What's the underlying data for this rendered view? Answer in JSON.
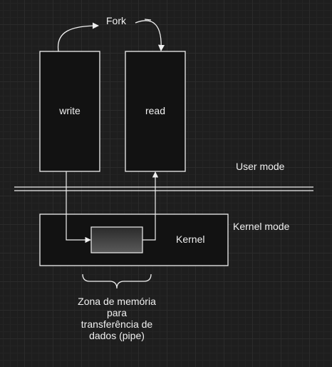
{
  "labels": {
    "fork": "Fork",
    "write": "write",
    "read": "read",
    "user_mode": "User mode",
    "kernel_mode": "Kernel mode",
    "kernel": "Kernel",
    "memory_zone": "Zona de memória para transferência de dados (pipe)"
  },
  "colors": {
    "background": "#1e1e1e",
    "stroke": "#f0f0f0",
    "box_fill": "#121212",
    "buffer_top": "#2a2a2a",
    "buffer_bottom": "#5a5a5a"
  }
}
